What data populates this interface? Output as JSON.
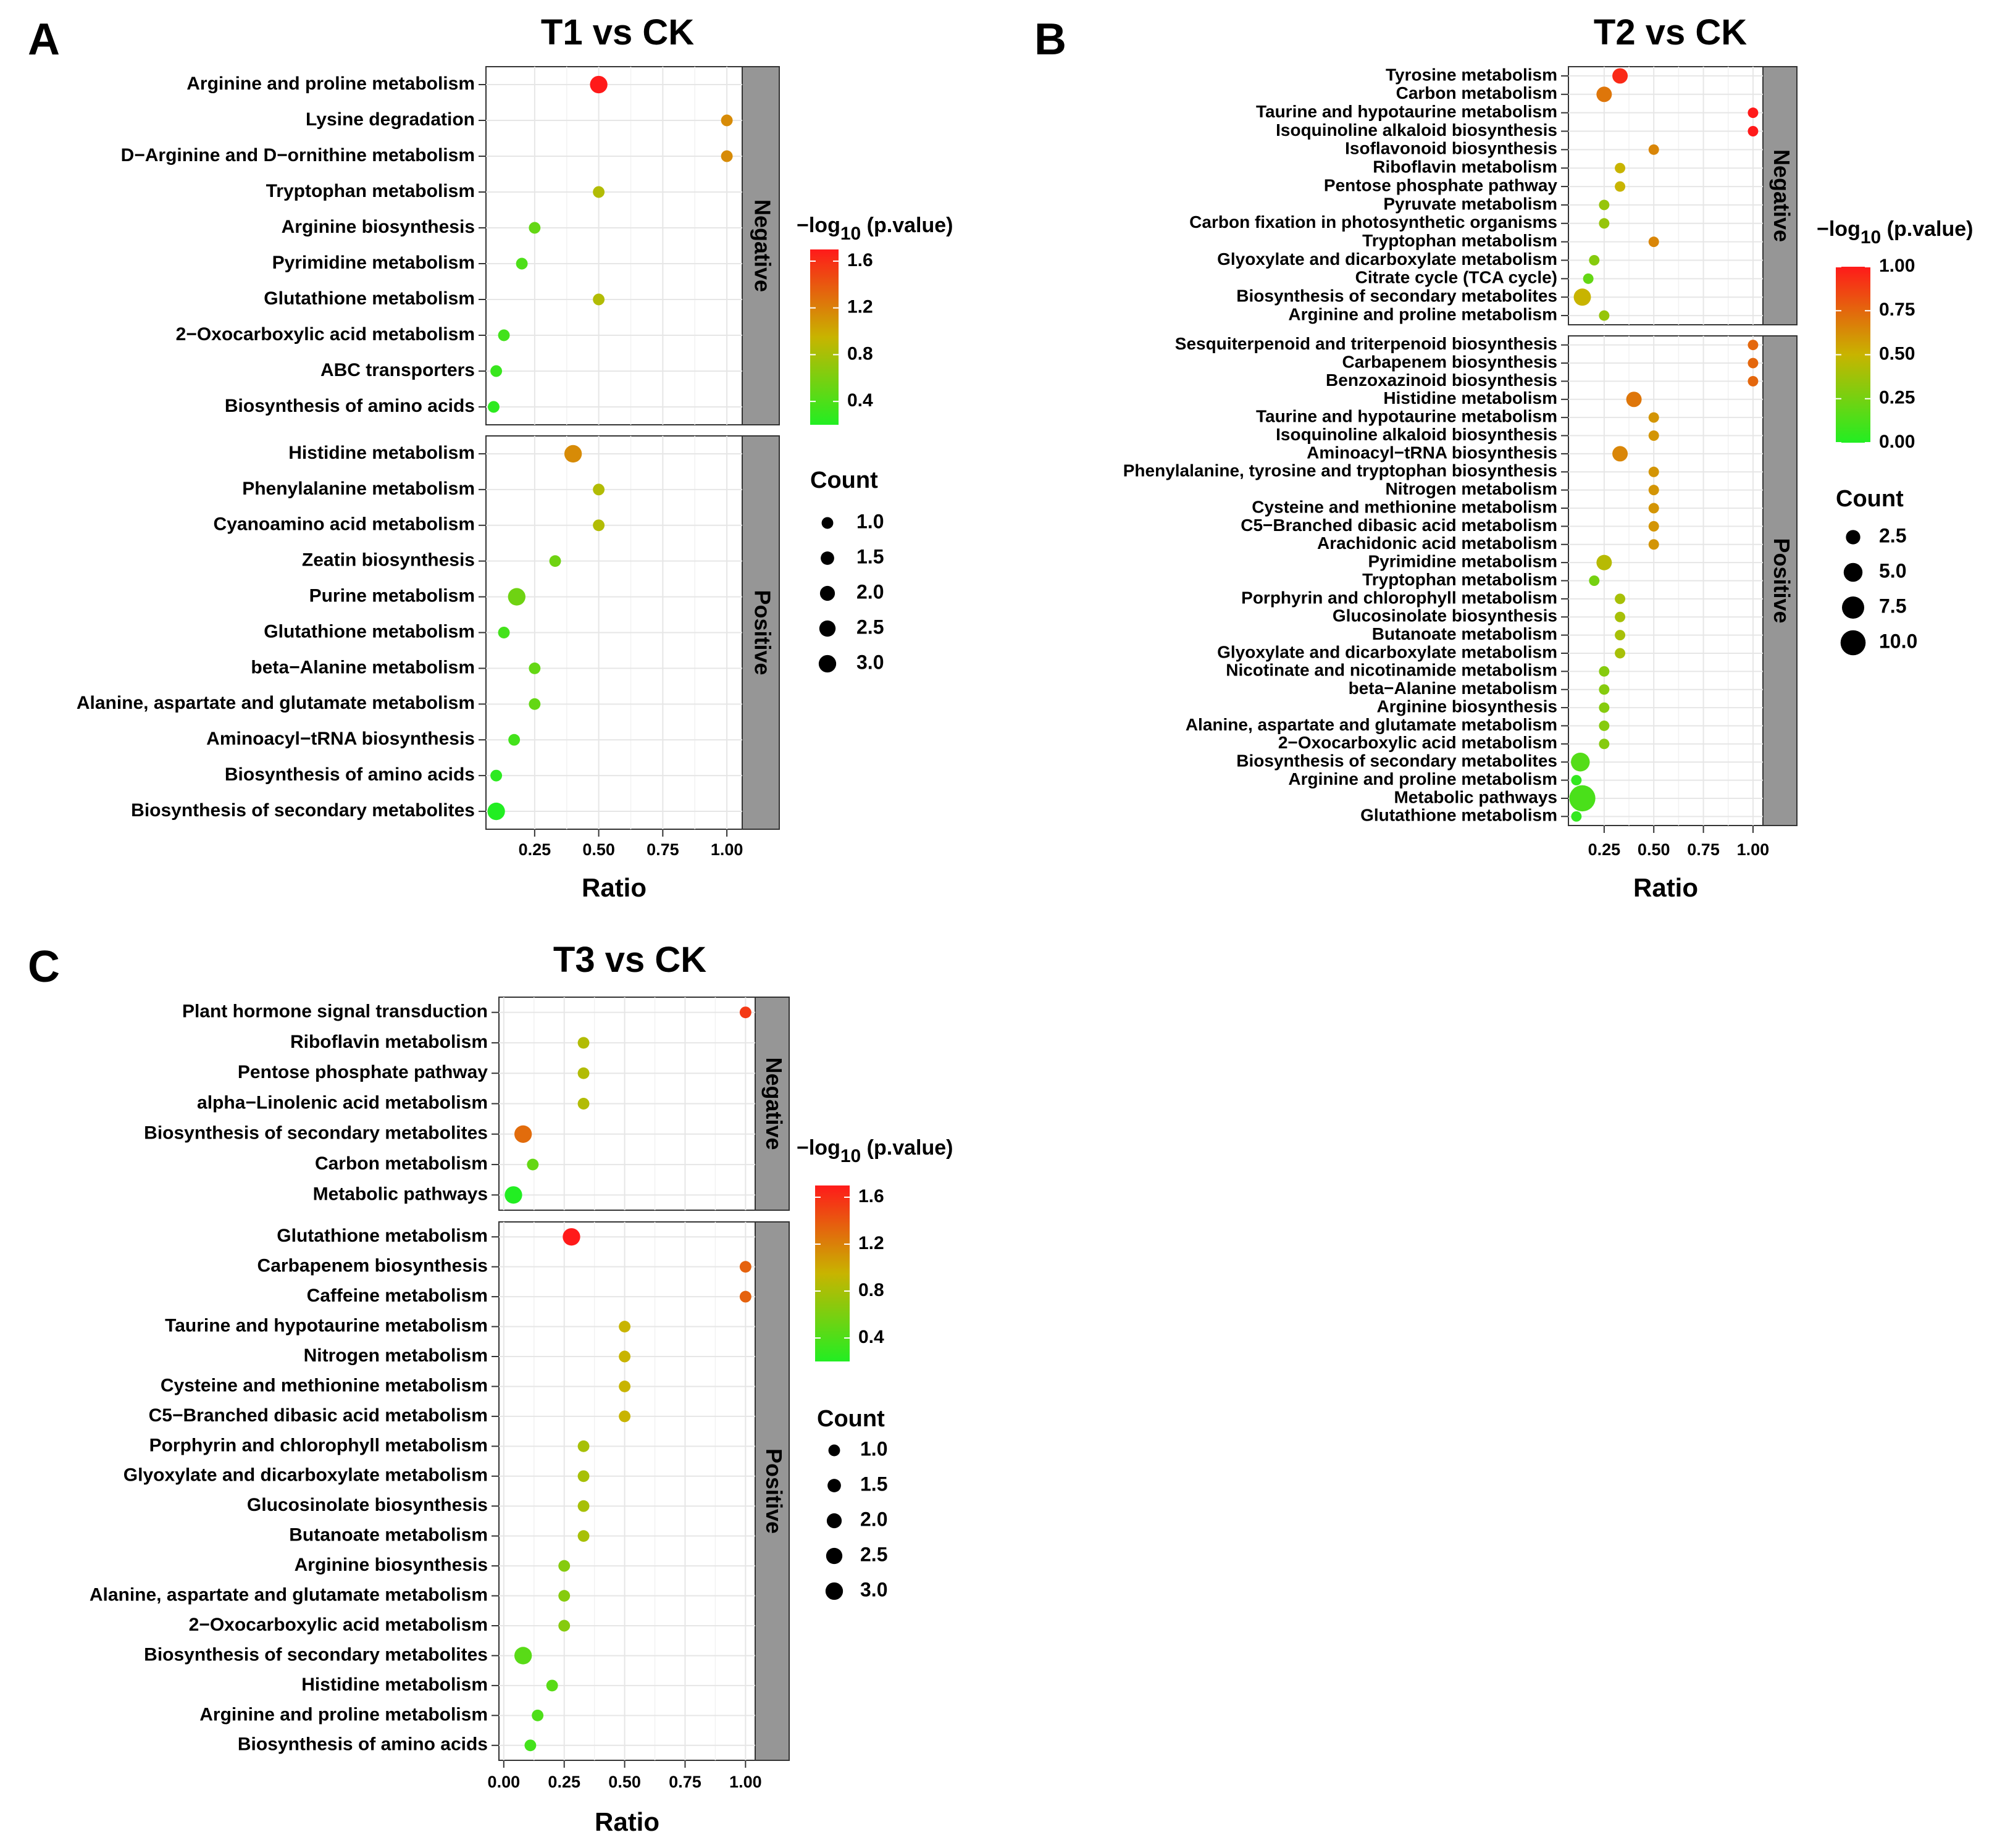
{
  "chart_data": [
    {
      "type": "scatter",
      "letter": "A",
      "title": "T1 vs CK",
      "xlabel": "Ratio",
      "xlim": [
        0.06,
        1.06
      ],
      "xticks": [
        0.25,
        0.5,
        0.75,
        1.0
      ],
      "xtick_labels": [
        "0.25",
        "0.50",
        "0.75",
        "1.00"
      ],
      "grid": true,
      "legend_position": "right",
      "color_legend": {
        "title_main": "−log",
        "title_sub": "10",
        "title_suffix": " (p.value)",
        "range": [
          0.2,
          1.7
        ],
        "ticks": [
          1.6,
          1.2,
          0.8,
          0.4
        ],
        "tick_labels": [
          "1.6",
          "1.2",
          "0.8",
          "0.4"
        ],
        "low_color": "#22ee22",
        "mid_color": "#c8b400",
        "high_color": "#ff1a1a"
      },
      "size_legend": {
        "title": "Count",
        "values": [
          1.0,
          1.5,
          2.0,
          2.5,
          3.0
        ],
        "labels": [
          "1.0",
          "1.5",
          "2.0",
          "2.5",
          "3.0"
        ],
        "max_count": 3
      },
      "facets": [
        {
          "label": "Negative",
          "categories": [
            "Arginine and proline metabolism",
            "Lysine degradation",
            "D−Arginine and D−ornithine metabolism",
            "Tryptophan metabolism",
            "Arginine biosynthesis",
            "Pyrimidine metabolism",
            "Glutathione metabolism",
            "2−Oxocarboxylic acid metabolism",
            "ABC transporters",
            "Biosynthesis of amino acids"
          ],
          "ratio": [
            0.5,
            1.0,
            1.0,
            0.5,
            0.25,
            0.2,
            0.5,
            0.13,
            0.1,
            0.09
          ],
          "neg_log10_p": [
            1.7,
            1.15,
            1.15,
            0.85,
            0.5,
            0.4,
            0.85,
            0.35,
            0.3,
            0.25
          ],
          "count": [
            3,
            1,
            1,
            1,
            1,
            1,
            1,
            1,
            1,
            1
          ]
        },
        {
          "label": "Positive",
          "categories": [
            "Histidine metabolism",
            "Phenylalanine metabolism",
            "Cyanoamino acid metabolism",
            "Zeatin biosynthesis",
            "Purine metabolism",
            "Glutathione metabolism",
            "beta−Alanine metabolism",
            "Alanine, aspartate and glutamate metabolism",
            "Aminoacyl−tRNA biosynthesis",
            "Biosynthesis of amino acids",
            "Biosynthesis of secondary metabolites"
          ],
          "ratio": [
            0.4,
            0.5,
            0.5,
            0.33,
            0.18,
            0.13,
            0.25,
            0.25,
            0.17,
            0.1,
            0.1
          ],
          "neg_log10_p": [
            1.15,
            0.85,
            0.85,
            0.55,
            0.55,
            0.35,
            0.5,
            0.5,
            0.35,
            0.25,
            0.2
          ],
          "count": [
            3,
            1,
            1,
            1,
            3,
            1,
            1,
            1,
            1,
            1,
            3
          ]
        }
      ]
    },
    {
      "type": "scatter",
      "letter": "B",
      "title": "T2 vs CK",
      "xlabel": "Ratio",
      "xlim": [
        0.07,
        1.05
      ],
      "xticks": [
        0.25,
        0.5,
        0.75,
        1.0
      ],
      "xtick_labels": [
        "0.25",
        "0.50",
        "0.75",
        "1.00"
      ],
      "grid": true,
      "legend_position": "right",
      "color_legend": {
        "title_main": "−log",
        "title_sub": "10",
        "title_suffix": " (p.value)",
        "range": [
          0.0,
          1.0
        ],
        "ticks": [
          1.0,
          0.75,
          0.5,
          0.25,
          0.0
        ],
        "tick_labels": [
          "1.00",
          "0.75",
          "0.50",
          "0.25",
          "0.00"
        ],
        "low_color": "#22ee22",
        "mid_color": "#c8b400",
        "high_color": "#ff1a1a"
      },
      "size_legend": {
        "title": "Count",
        "values": [
          2.5,
          5.0,
          7.5,
          10.0
        ],
        "labels": [
          "2.5",
          "5.0",
          "7.5",
          "10.0"
        ],
        "max_count": 11
      },
      "facets": [
        {
          "label": "Negative",
          "categories": [
            "Tyrosine metabolism",
            "Carbon metabolism",
            "Taurine and hypotaurine metabolism",
            "Isoquinoline alkaloid biosynthesis",
            "Isoflavonoid biosynthesis",
            "Riboflavin metabolism",
            "Pentose phosphate pathway",
            "Pyruvate metabolism",
            "Carbon fixation in photosynthetic organisms",
            "Tryptophan metabolism",
            "Glyoxylate and dicarboxylate metabolism",
            "Citrate cycle (TCA cycle)",
            "Biosynthesis of secondary metabolites",
            "Arginine and proline metabolism"
          ],
          "ratio": [
            0.33,
            0.25,
            1.0,
            1.0,
            0.5,
            0.33,
            0.33,
            0.25,
            0.25,
            0.5,
            0.2,
            0.17,
            0.14,
            0.25
          ],
          "neg_log10_p": [
            0.95,
            0.7,
            1.0,
            1.0,
            0.65,
            0.5,
            0.5,
            0.35,
            0.35,
            0.65,
            0.3,
            0.2,
            0.5,
            0.35
          ],
          "count": [
            3,
            3,
            1,
            1,
            1,
            1,
            1,
            1,
            1,
            1,
            1,
            1,
            4,
            1
          ]
        },
        {
          "label": "Positive",
          "categories": [
            "Sesquiterpenoid and triterpenoid biosynthesis",
            "Carbapenem biosynthesis",
            "Benzoxazinoid biosynthesis",
            "Histidine metabolism",
            "Taurine and hypotaurine metabolism",
            "Isoquinoline alkaloid biosynthesis",
            "Aminoacyl−tRNA biosynthesis",
            "Phenylalanine, tyrosine and tryptophan biosynthesis",
            "Nitrogen metabolism",
            "Cysteine and methionine metabolism",
            "C5−Branched dibasic acid metabolism",
            "Arachidonic acid metabolism",
            "Pyrimidine metabolism",
            "Tryptophan metabolism",
            "Porphyrin and chlorophyll metabolism",
            "Glucosinolate biosynthesis",
            "Butanoate metabolism",
            "Glyoxylate and dicarboxylate metabolism",
            "Nicotinate and nicotinamide metabolism",
            "beta−Alanine metabolism",
            "Arginine biosynthesis",
            "Alanine, aspartate and glutamate metabolism",
            "2−Oxocarboxylic acid metabolism",
            "Biosynthesis of secondary metabolites",
            "Arginine and proline metabolism",
            "Metabolic pathways",
            "Glutathione metabolism"
          ],
          "ratio": [
            1.0,
            1.0,
            1.0,
            0.4,
            0.5,
            0.5,
            0.33,
            0.5,
            0.5,
            0.5,
            0.5,
            0.5,
            0.25,
            0.2,
            0.33,
            0.33,
            0.33,
            0.33,
            0.25,
            0.25,
            0.25,
            0.25,
            0.25,
            0.13,
            0.11,
            0.14,
            0.11
          ],
          "neg_log10_p": [
            0.75,
            0.75,
            0.75,
            0.7,
            0.6,
            0.6,
            0.65,
            0.6,
            0.6,
            0.6,
            0.6,
            0.6,
            0.45,
            0.25,
            0.4,
            0.4,
            0.4,
            0.4,
            0.3,
            0.3,
            0.3,
            0.3,
            0.3,
            0.15,
            0.05,
            0.12,
            0.05
          ],
          "count": [
            1,
            1,
            1,
            3,
            1,
            1,
            3,
            1,
            1,
            1,
            1,
            1,
            3,
            1,
            1,
            1,
            1,
            1,
            1,
            1,
            1,
            1,
            1,
            5,
            1,
            11,
            1
          ]
        }
      ]
    },
    {
      "type": "scatter",
      "letter": "C",
      "title": "T3 vs CK",
      "xlabel": "Ratio",
      "xlim": [
        -0.02,
        1.04
      ],
      "xticks": [
        0.0,
        0.25,
        0.5,
        0.75,
        1.0
      ],
      "xtick_labels": [
        "0.00",
        "0.25",
        "0.50",
        "0.75",
        "1.00"
      ],
      "grid": true,
      "legend_position": "right",
      "color_legend": {
        "title_main": "−log",
        "title_sub": "10",
        "title_suffix": " (p.value)",
        "range": [
          0.2,
          1.7
        ],
        "ticks": [
          1.6,
          1.2,
          0.8,
          0.4
        ],
        "tick_labels": [
          "1.6",
          "1.2",
          "0.8",
          "0.4"
        ],
        "low_color": "#22ee22",
        "mid_color": "#c8b400",
        "high_color": "#ff1a1a"
      },
      "size_legend": {
        "title": "Count",
        "values": [
          1.0,
          1.5,
          2.0,
          2.5,
          3.0
        ],
        "labels": [
          "1.0",
          "1.5",
          "2.0",
          "2.5",
          "3.0"
        ],
        "max_count": 3
      },
      "facets": [
        {
          "label": "Negative",
          "categories": [
            "Plant hormone signal transduction",
            "Riboflavin metabolism",
            "Pentose phosphate pathway",
            "alpha−Linolenic acid metabolism",
            "Biosynthesis of secondary metabolites",
            "Carbon metabolism",
            "Metabolic pathways"
          ],
          "ratio": [
            1.0,
            0.33,
            0.33,
            0.33,
            0.08,
            0.12,
            0.04
          ],
          "neg_log10_p": [
            1.55,
            0.85,
            0.85,
            0.85,
            1.3,
            0.5,
            0.2
          ],
          "count": [
            1,
            1,
            1,
            1,
            3,
            1,
            3
          ]
        },
        {
          "label": "Positive",
          "categories": [
            "Glutathione metabolism",
            "Carbapenem biosynthesis",
            "Caffeine metabolism",
            "Taurine and hypotaurine metabolism",
            "Nitrogen metabolism",
            "Cysteine and methionine metabolism",
            "C5−Branched dibasic acid metabolism",
            "Porphyrin and chlorophyll metabolism",
            "Glyoxylate and dicarboxylate metabolism",
            "Glucosinolate biosynthesis",
            "Butanoate metabolism",
            "Arginine biosynthesis",
            "Alanine, aspartate and glutamate metabolism",
            "2−Oxocarboxylic acid metabolism",
            "Biosynthesis of secondary metabolites",
            "Histidine metabolism",
            "Arginine and proline metabolism",
            "Biosynthesis of amino acids"
          ],
          "ratio": [
            0.28,
            1.0,
            1.0,
            0.5,
            0.5,
            0.5,
            0.5,
            0.33,
            0.33,
            0.33,
            0.33,
            0.25,
            0.25,
            0.25,
            0.08,
            0.2,
            0.14,
            0.11
          ],
          "neg_log10_p": [
            1.7,
            1.35,
            1.35,
            0.95,
            0.95,
            0.95,
            0.95,
            0.8,
            0.8,
            0.8,
            0.8,
            0.65,
            0.65,
            0.65,
            0.45,
            0.45,
            0.4,
            0.35
          ],
          "count": [
            3,
            1,
            1,
            1,
            1,
            1,
            1,
            1,
            1,
            1,
            1,
            1,
            1,
            1,
            3,
            1,
            1,
            1
          ]
        }
      ]
    }
  ]
}
